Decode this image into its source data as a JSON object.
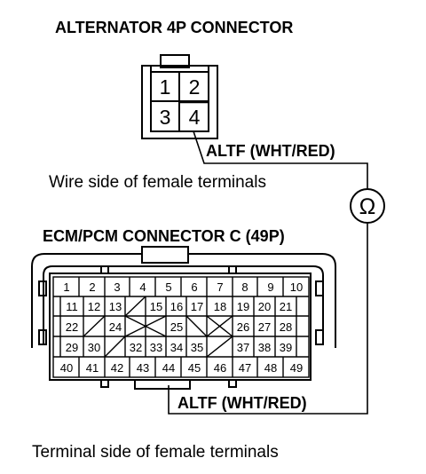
{
  "alternator": {
    "title": "ALTERNATOR 4P CONNECTOR",
    "pins": [
      "1",
      "2",
      "3",
      "4"
    ],
    "wire_label": "ALTF (WHT/RED)",
    "caption": "Wire side of female terminals"
  },
  "meter": {
    "symbol": "Ω",
    "icon": "ohmmeter-icon"
  },
  "ecm": {
    "title": "ECM/PCM CONNECTOR C (49P)",
    "rows": [
      [
        "1",
        "2",
        "3",
        "4",
        "5",
        "6",
        "7",
        "8",
        "9",
        "10"
      ],
      [
        "11",
        "12",
        "13",
        "",
        "15",
        "16",
        "17",
        "18",
        "19",
        "20",
        "21"
      ],
      [
        "22",
        "",
        "24",
        "",
        "",
        "25",
        "",
        "",
        "26",
        "27",
        "28"
      ],
      [
        "29",
        "30",
        "",
        "32",
        "33",
        "34",
        "35",
        "",
        "37",
        "38",
        "39"
      ],
      [
        "40",
        "41",
        "42",
        "43",
        "44",
        "45",
        "46",
        "47",
        "48",
        "49"
      ]
    ],
    "wire_label": "ALTF (WHT/RED)",
    "caption": "Terminal side of female terminals"
  }
}
